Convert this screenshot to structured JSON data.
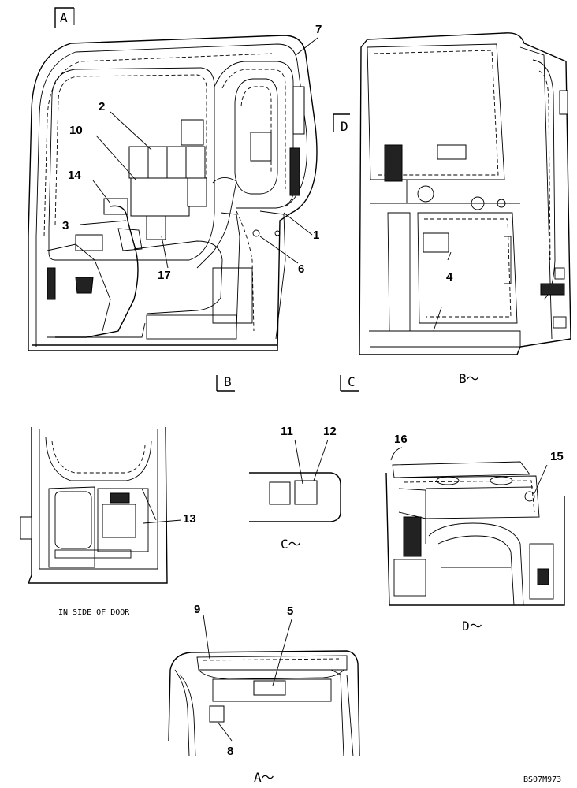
{
  "drawing_id": "BS07M973",
  "caption_inside_door": "IN SIDE OF DOOR",
  "section_markers": {
    "a": "A",
    "b": "B",
    "c": "C",
    "d": "D"
  },
  "view_labels": {
    "b": "B～",
    "c": "C～",
    "d": "D～",
    "a": "A～"
  },
  "callouts": {
    "n1": "1",
    "n2": "2",
    "n3": "3",
    "n4": "4",
    "n5": "5",
    "n6": "6",
    "n7": "7",
    "n8": "8",
    "n9": "9",
    "n10": "10",
    "n11": "11",
    "n12": "12",
    "n13": "13",
    "n14": "14",
    "n15": "15",
    "n16": "16",
    "n17": "17"
  }
}
